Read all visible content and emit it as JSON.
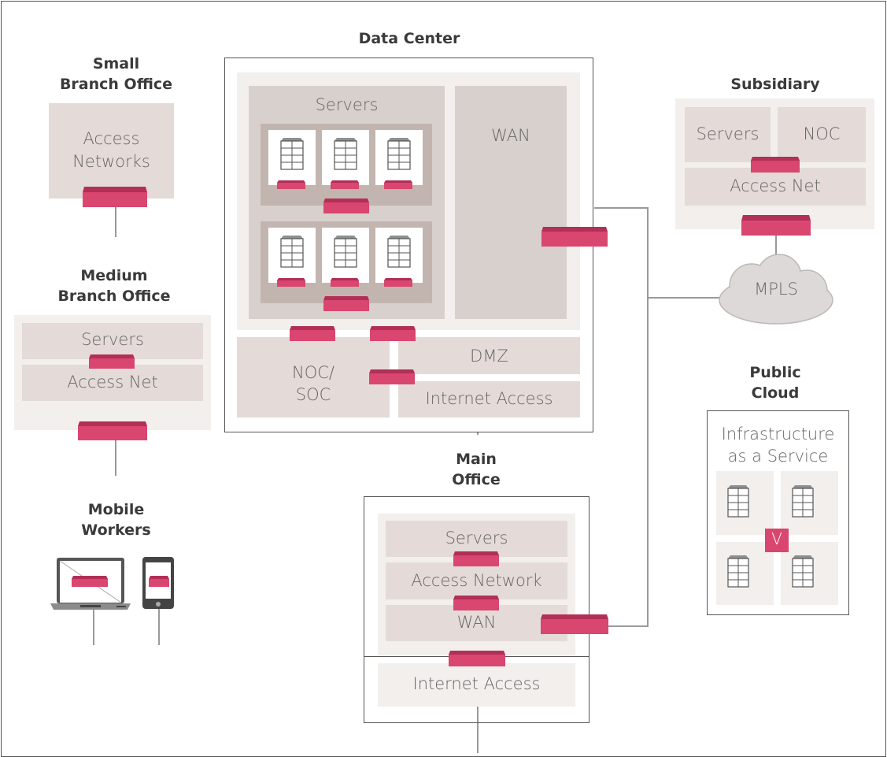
{
  "colors": {
    "appliance": "#d9466f",
    "appliance_dark": "#b22f57",
    "light_panel": "#f3efed",
    "mid_panel": "#e4dbd8",
    "dark_panel": "#c2b5b0",
    "text": "#666666",
    "title": "#3a3a3a"
  },
  "small_branch": {
    "title_line1": "Small",
    "title_line2": "Branch Office",
    "access": "Access Networks"
  },
  "medium_branch": {
    "title_line1": "Medium",
    "title_line2": "Branch Office",
    "servers": "Servers",
    "access": "Access Net"
  },
  "mobile": {
    "title_line1": "Mobile",
    "title_line2": "Workers"
  },
  "data_center": {
    "title": "Data Center",
    "servers": "Servers",
    "wan": "WAN",
    "noc_line1": "NOC/",
    "noc_line2": "SOC",
    "dmz": "DMZ",
    "internet": "Internet Access"
  },
  "subsidiary": {
    "title": "Subsidiary",
    "servers": "Servers",
    "noc": "NOC",
    "access": "Access Net"
  },
  "mpls": {
    "label": "MPLS"
  },
  "public_cloud": {
    "title_line1": "Public",
    "title_line2": "Cloud",
    "iaas_line1": "Infrastructure",
    "iaas_line2": "as a Service",
    "v_badge": "V"
  },
  "main_office": {
    "title_line1": "Main",
    "title_line2": "Office",
    "servers": "Servers",
    "access": "Access Network",
    "wan": "WAN",
    "internet": "Internet Access"
  }
}
